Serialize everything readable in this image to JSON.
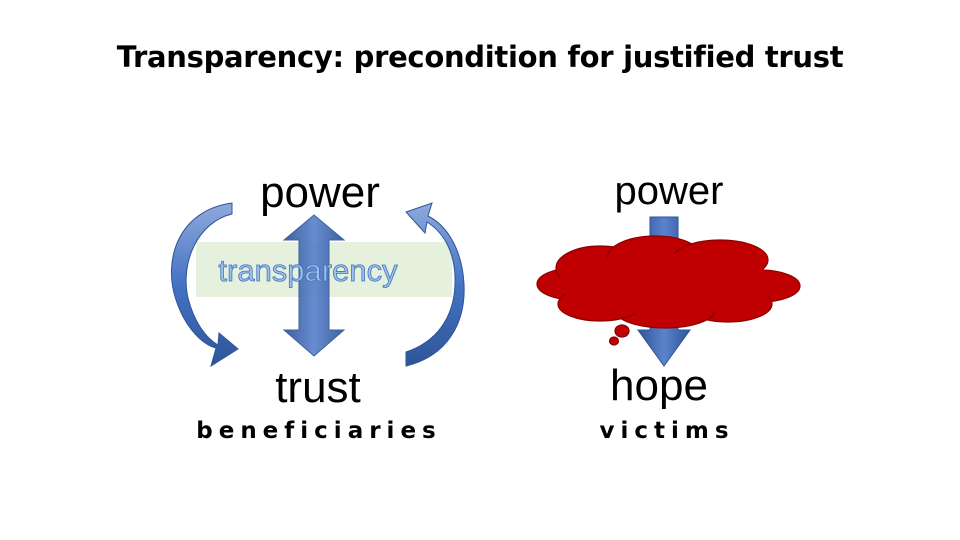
{
  "title": "Transparency: precondition for justified trust",
  "left_panel": {
    "top_label": "power",
    "middle_label": "transparency",
    "bottom_label": "trust",
    "group_label": "beneficiaries"
  },
  "right_panel": {
    "top_label": "power",
    "bottom_label": "hope",
    "group_label": "victims"
  },
  "colors": {
    "arrow_blue": "#4472c4",
    "cloud_red": "#c00000",
    "transparency_box": "#e2f0d9"
  }
}
